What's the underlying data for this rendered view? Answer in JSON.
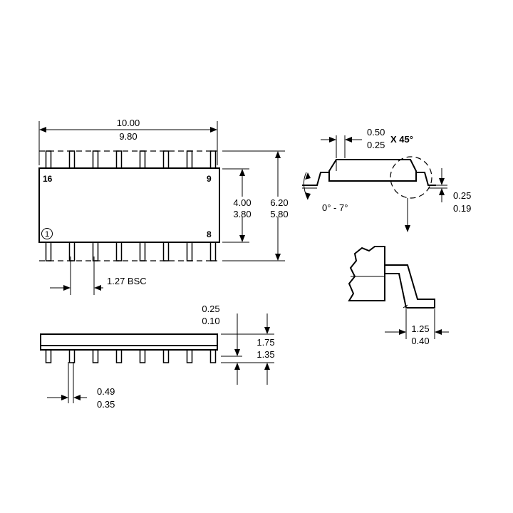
{
  "top_view": {
    "length_max": "10.00",
    "length_min": "9.80",
    "width_max": "4.00",
    "width_min": "3.80",
    "overall_max": "6.20",
    "overall_min": "5.80",
    "pitch": "1.27 BSC",
    "pin_16": "16",
    "pin_9": "9",
    "pin_8": "8",
    "pin_1": "1",
    "pin_count_per_side": 8
  },
  "side_view": {
    "standoff_max": "0.25",
    "standoff_min": "0.10",
    "height_max": "1.75",
    "height_min": "1.35",
    "lead_width_max": "0.49",
    "lead_width_min": "0.35"
  },
  "end_view": {
    "chamfer_max": "0.50",
    "chamfer_min": "0.25",
    "chamfer_suffix": "X 45°",
    "angle": "0° - 7°",
    "lead_thickness_max": "0.25",
    "lead_thickness_min": "0.19"
  },
  "detail_view": {
    "foot_length_max": "1.25",
    "foot_length_min": "0.40"
  }
}
